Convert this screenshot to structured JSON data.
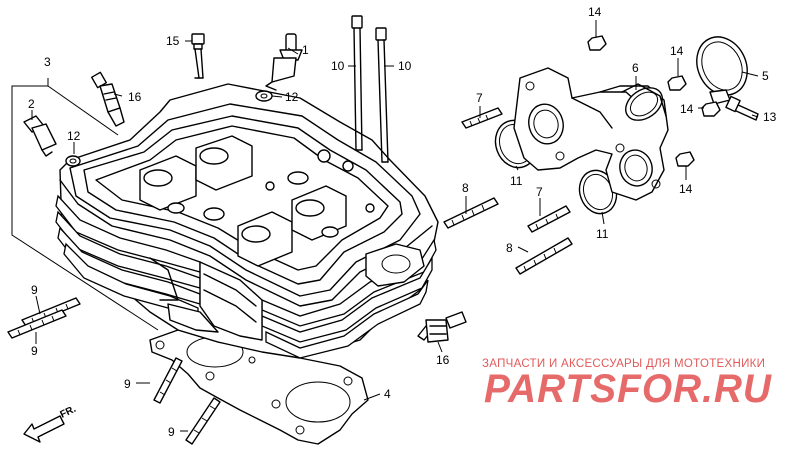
{
  "callouts": {
    "c1": "1",
    "c2": "2",
    "c3": "3",
    "c4": "4",
    "c5": "5",
    "c6": "6",
    "c7a": "7",
    "c7b": "7",
    "c8a": "8",
    "c8b": "8",
    "c9a": "9",
    "c9b": "9",
    "c9c": "9",
    "c9d": "9",
    "c10a": "10",
    "c10b": "10",
    "c11a": "11",
    "c11b": "11",
    "c12a": "12",
    "c12b": "12",
    "c13": "13",
    "c14a": "14",
    "c14b": "14",
    "c14c": "14",
    "c14d": "14",
    "c15": "15",
    "c16a": "16",
    "c16b": "16"
  },
  "watermark": {
    "tagline": "ЗАПЧАСТИ И АКСЕССУАРЫ ДЛЯ МОТОТЕХНИКИ",
    "brand": "PARTSFOR.RU"
  },
  "direction_label": "FR.",
  "colors": {
    "line": "#000000",
    "watermark": "#e66a6a"
  }
}
